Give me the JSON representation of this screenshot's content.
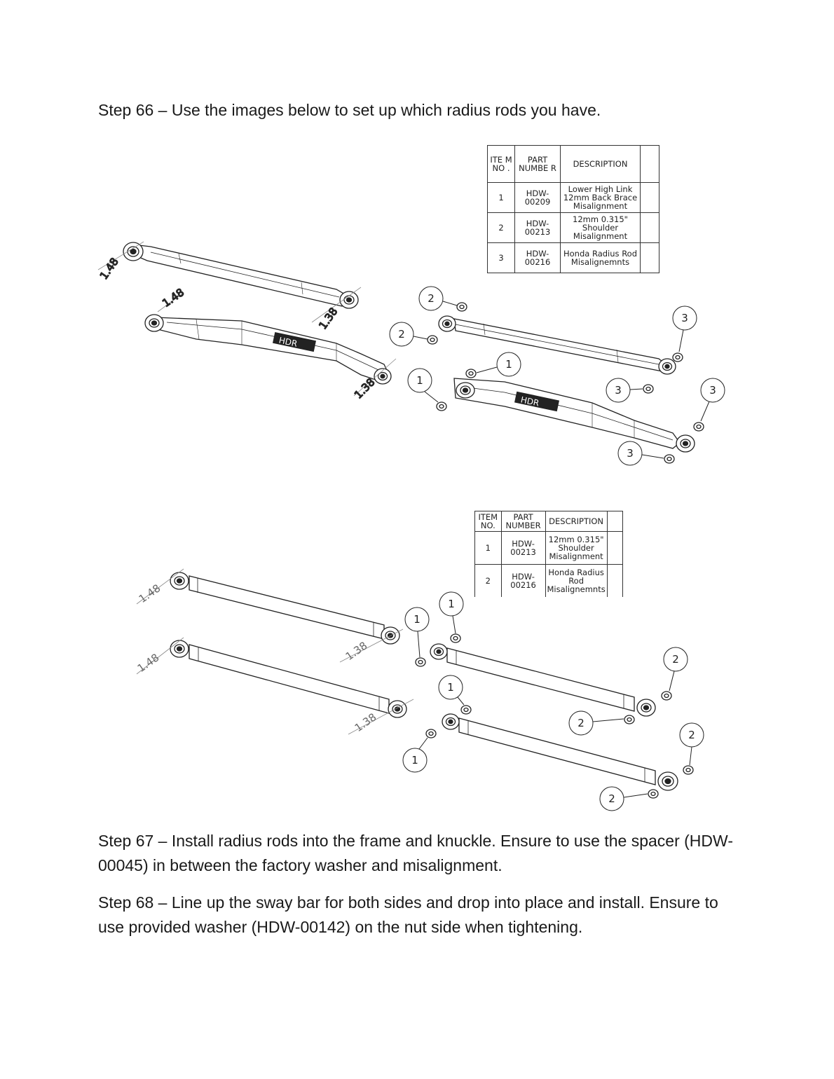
{
  "step66": "Step 66 – Use the images below to set up which radius rods you have.",
  "step67": "Step 67 – Install radius rods into the frame and knuckle. Ensure to use the spacer (HDW-00045) in between the factory washer and misalignment.",
  "step68": "Step 68 – Line up the sway bar for both sides and drop into place and install. Ensure to use provided washer (HDW-00142) on the nut side when tightening.",
  "bom1": {
    "headers": [
      "ITE M NO .",
      "PART NUMBE R",
      "DESCRIPTION"
    ],
    "rows": [
      {
        "item": "1",
        "part": "HDW-00209",
        "desc": "Lower High Link 12mm Back Brace Misalignment"
      },
      {
        "item": "2",
        "part": "HDW-00213",
        "desc": "12mm 0.315\" Shoulder Misalignment"
      },
      {
        "item": "3",
        "part": "HDW-00216",
        "desc": "Honda Radius Rod Misalignemnts"
      }
    ]
  },
  "bom2": {
    "headers": [
      "ITEM NO.",
      "PART NUMBER",
      "DESCRIPTION"
    ],
    "rows": [
      {
        "item": "1",
        "part": "HDW-00213",
        "desc": "12mm 0.315\" Shoulder Misalignment"
      },
      {
        "item": "2",
        "part": "HDW-00216",
        "desc": "Honda Radius Rod Misalignemnts"
      }
    ]
  },
  "dims": {
    "end_a": "1.48",
    "end_b": "1.38"
  },
  "balloons": {
    "one": "1",
    "two": "2",
    "three": "3"
  }
}
